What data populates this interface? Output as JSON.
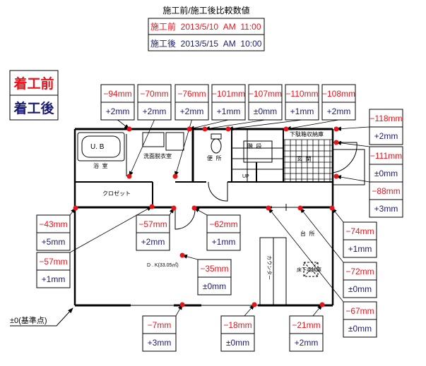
{
  "title": "施工前/施工後比較数値",
  "dates": {
    "before": "施工前  2013/5/10  AM  11:00",
    "after": "施工後  2013/5/15  AM  10:00"
  },
  "legend": {
    "before": "着工前",
    "after": "着工後"
  },
  "colors": {
    "before": "#e8141c",
    "after": "#1a1a70",
    "dot": "#e8141c"
  },
  "reference": "±0(基準点)",
  "rooms": {
    "ub": "U. B",
    "bath": "浴  室",
    "washroom": "洗面脱衣室",
    "toilet": "便  所",
    "stairs": "階  段",
    "shoe_storage": "下駄箱収納庫",
    "entrance": "玄  関",
    "up": "UP",
    "closet": "クロゼット",
    "dk": "D . K(33.05㎡)",
    "kitchen": "台  所",
    "counter": "カウンター",
    "underfloor": "床下収納庫"
  },
  "measurements": [
    {
      "before": "−94mm",
      "after": "+2mm"
    },
    {
      "before": "−70mm",
      "after": "+2mm"
    },
    {
      "before": "−76mm",
      "after": "+2mm"
    },
    {
      "before": "−101mm",
      "after": "+1mm"
    },
    {
      "before": "−107mm",
      "after": "±0mm"
    },
    {
      "before": "−110mm",
      "after": "+1mm"
    },
    {
      "before": "−108mm",
      "after": "+2mm"
    },
    {
      "before": "−118mm",
      "after": "+2mm"
    },
    {
      "before": "−111mm",
      "after": "±0mm"
    },
    {
      "before": "−88mm",
      "after": "+3mm"
    },
    {
      "before": "−43mm",
      "after": "+5mm"
    },
    {
      "before": "−57mm",
      "after": "+1mm"
    },
    {
      "before": "−57mm",
      "after": "+2mm"
    },
    {
      "before": "−62mm",
      "after": "+1mm"
    },
    {
      "before": "−74mm",
      "after": "+1mm"
    },
    {
      "before": "−72mm",
      "after": "±0mm"
    },
    {
      "before": "−67mm",
      "after": "±0mm"
    },
    {
      "before": "−35mm",
      "after": "±0mm"
    },
    {
      "before": "−7mm",
      "after": "+3mm"
    },
    {
      "before": "−18mm",
      "after": "±0mm"
    },
    {
      "before": "−21mm",
      "after": "+2mm"
    }
  ]
}
